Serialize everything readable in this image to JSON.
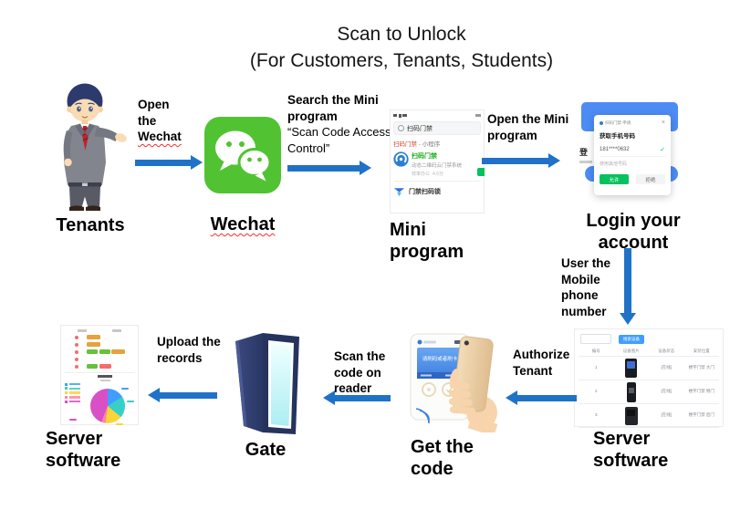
{
  "title": {
    "line1": "Scan to Unlock",
    "line2": "(For Customers, Tenants, Students)"
  },
  "colors": {
    "arrow_blue": "#1f72c8",
    "wechat_green": "#51c332",
    "door_navy": "#2e3d6e",
    "wechat_button_green": "#07c160",
    "admin_blue": "#409eff",
    "alert_red": "#f56c6c",
    "tag_orange": "#e6a23c",
    "tag_green": "#67c23a"
  },
  "nodes": {
    "tenants": {
      "label": "Tenants"
    },
    "wechat": {
      "label": "Wechat"
    },
    "mini_program": {
      "label": "Mini program"
    },
    "login": {
      "label": "Login your account"
    },
    "server_right": {
      "label": "Server software"
    },
    "get_code": {
      "label": "Get the code"
    },
    "gate": {
      "label": "Gate"
    },
    "server_left": {
      "label": "Server software"
    }
  },
  "arrows": {
    "open_wechat": {
      "prefix": "Open the",
      "underlined": "Wechat"
    },
    "search_mini": {
      "bold": "Search the Mini program",
      "quoted": "“Scan Code Access Control”"
    },
    "open_mini": {
      "text": "Open the Mini program"
    },
    "use_mobile": {
      "text": "User the Mobile phone number"
    },
    "authorize": {
      "text": "Authorize Tenant"
    },
    "scan_reader": {
      "text": "Scan the code on reader"
    },
    "upload": {
      "text": "Upload the records"
    }
  },
  "mini_screenshot": {
    "search_query": "扫码门禁",
    "section_highlight": "扫码门禁",
    "section_rest": " - 小程序",
    "app1_name": "扫码门禁",
    "app1_desc": "动态二维码云门禁系统",
    "app1_tag": "效率办公",
    "app1_rating": "4.6分",
    "app2_name": "门禁扫码锁"
  },
  "login_screenshot": {
    "request_header": "扫码门禁 申请",
    "close": "×",
    "prompt": "获取手机号码",
    "phone": "181****0632",
    "check": "✓",
    "other_number": "使用其他号码",
    "allow": "允许",
    "deny": "拒绝",
    "behind_text": "登"
  },
  "reader": {
    "screen_text": "请刷码或者刷卡"
  },
  "server_right_screenshot": {
    "search_button": "搜索设备",
    "headers": [
      "编号",
      "设备图片",
      "设备状态",
      "安装位置"
    ],
    "rows": [
      {
        "id": "1",
        "status": "[在线]",
        "location": "楼宇门禁 大门"
      },
      {
        "id": "2",
        "status": "[在线]",
        "location": "楼宇门禁 侧门"
      },
      {
        "id": "3",
        "status": "[在线]",
        "location": "楼宇门禁 后门"
      }
    ]
  },
  "server_left_screenshot": {
    "record_rows": [
      [
        "orange"
      ],
      [
        "orange"
      ],
      [
        "green",
        "green",
        "orange"
      ],
      [],
      [
        "green",
        "red"
      ]
    ],
    "legend_colors": [
      "#409eff",
      "#36cfc9",
      "#fbd437",
      "#ff85a2",
      "#d94fc6"
    ],
    "pie_slices": [
      {
        "color": "#409eff",
        "pct": 16
      },
      {
        "color": "#36cfc9",
        "pct": 20
      },
      {
        "color": "#fbd437",
        "pct": 16
      },
      {
        "color": "#ff85a2",
        "pct": 4
      },
      {
        "color": "#d94fc6",
        "pct": 44
      }
    ]
  }
}
